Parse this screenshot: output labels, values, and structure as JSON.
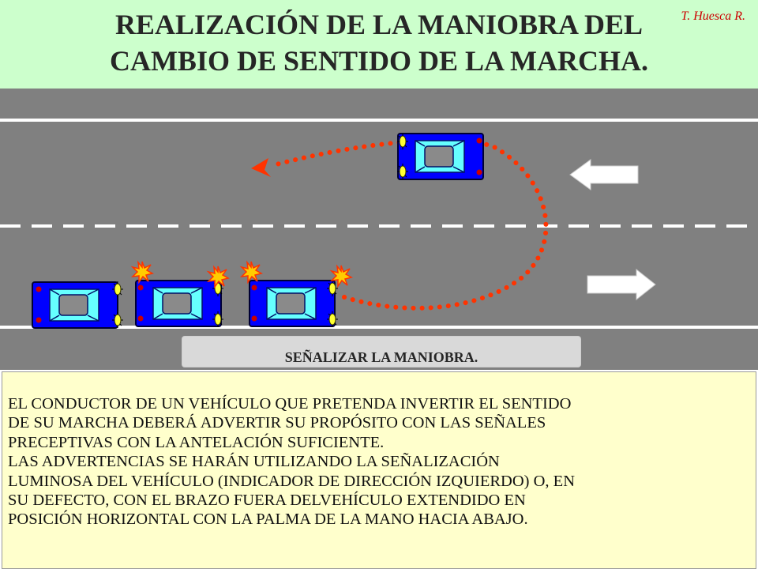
{
  "header": {
    "title_line1": "REALIZACIÓN DE LA MANIOBRA DEL",
    "title_line2": "CAMBIO DE SENTIDO DE LA MARCHA.",
    "author": "T. Huesca R."
  },
  "scene": {
    "caption": "SEÑALIZAR LA MANIOBRA.",
    "colors": {
      "road": "#808080",
      "car_body": "#0000ff",
      "car_window": "#66ffff",
      "path_dots": "#ff3300",
      "turn_signal": "#ffff33",
      "arrow": "#ffffff"
    }
  },
  "text": {
    "lines": [
      "EL CONDUCTOR DE UN VEHÍCULO QUE PRETENDA INVERTIR EL SENTIDO",
      "DE SU MARCHA DEBERÁ ADVERTIR SU PROPÓSITO CON LAS SEÑALES",
      "PRECEPTIVAS CON LA ANTELACIÓN SUFICIENTE.",
      "LAS ADVERTENCIAS SE HARÁN UTILIZANDO LA SEÑALIZACIÓN",
      "LUMINOSA DEL VEHÍCULO (INDICADOR DE DIRECCIÓN IZQUIERDO)  O, EN",
      "SU DEFECTO, CON EL BRAZO FUERA DELVEHÍCULO EXTENDIDO EN",
      "POSICIÓN HORIZONTAL CON LA PALMA DE LA MANO  HACIA ABAJO."
    ]
  }
}
